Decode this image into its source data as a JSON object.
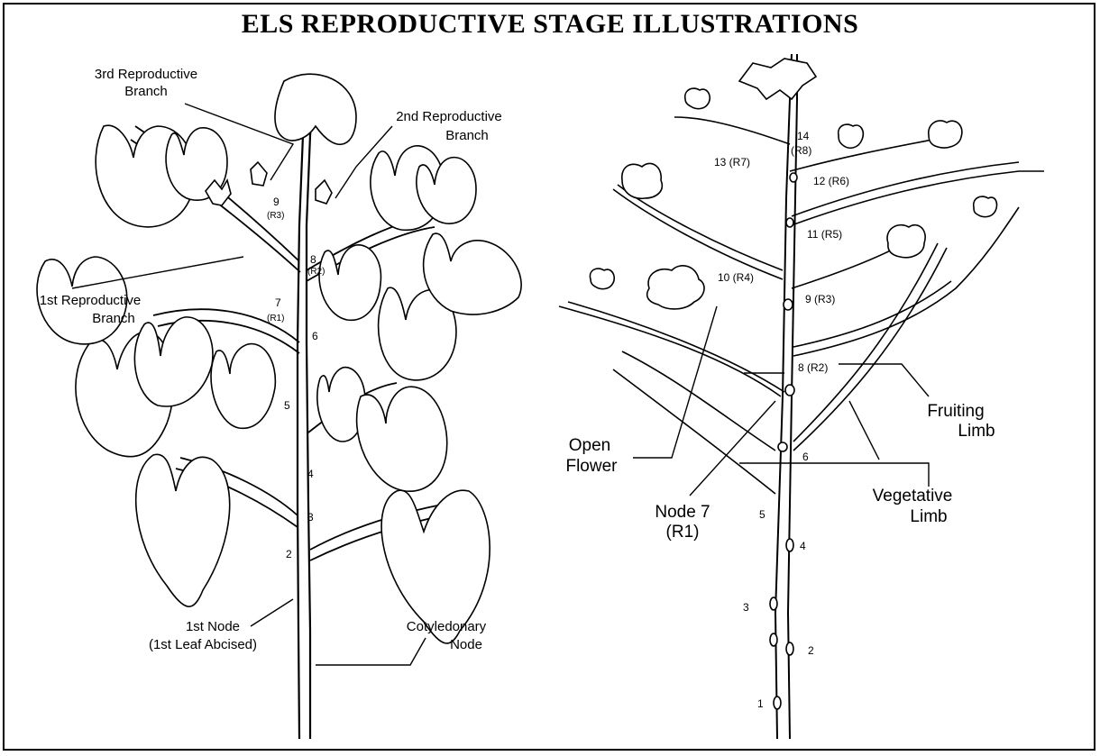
{
  "title": "ELS REPRODUCTIVE STAGE ILLUSTRATIONS",
  "left": {
    "labels": {
      "third_branch_1": "3rd Reproductive",
      "third_branch_2": "Branch",
      "second_branch_1": "2nd Reproductive",
      "second_branch_2": "Branch",
      "first_branch_1": "1st Reproductive",
      "first_branch_2": "Branch",
      "first_node_1": "1st Node",
      "first_node_2": "(1st Leaf Abcised)",
      "cotyledonary_1": "Cotyledonary",
      "cotyledonary_2": "Node"
    },
    "node_numbers": [
      "9",
      "(R3)",
      "8",
      "(R2)",
      "7",
      "(R1)",
      "6",
      "5",
      "4",
      "3",
      "2"
    ]
  },
  "right": {
    "labels": {
      "fruiting_1": "Fruiting",
      "fruiting_2": "Limb",
      "vegetative_1": "Vegetative",
      "vegetative_2": "Limb",
      "open_flower_1": "Open",
      "open_flower_2": "Flower",
      "node7_1": "Node 7",
      "node7_2": "(R1)"
    },
    "node_labels": [
      "14",
      "(R8)",
      "13 (R7)",
      "12 (R6)",
      "11 (R5)",
      "10 (R4)",
      "9 (R3)",
      "8 (R2)",
      "6",
      "5",
      "4",
      "3",
      "2",
      "1"
    ]
  }
}
